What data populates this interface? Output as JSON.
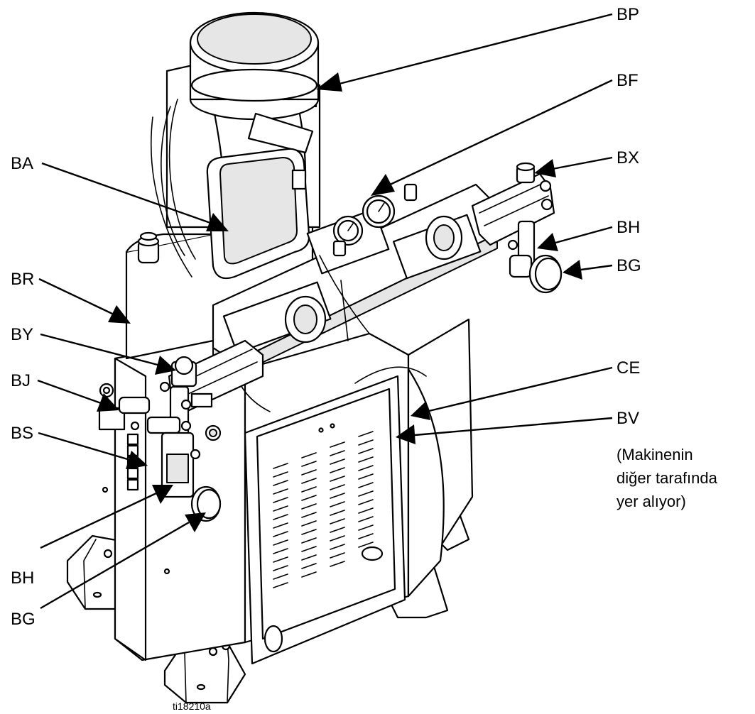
{
  "labels": {
    "bp": "BP",
    "bf": "BF",
    "bx": "BX",
    "bh_right": "BH",
    "bg_right": "BG",
    "ba": "BA",
    "br": "BR",
    "by": "BY",
    "bj": "BJ",
    "bs": "BS",
    "ce": "CE",
    "bv": "BV",
    "bh_left": "BH",
    "bg_left": "BG"
  },
  "bv_note": {
    "line1": "(Makinenin",
    "line2": "diğer tarafında",
    "line3": "yer alıyor)"
  },
  "figure_id": "ti18210a"
}
